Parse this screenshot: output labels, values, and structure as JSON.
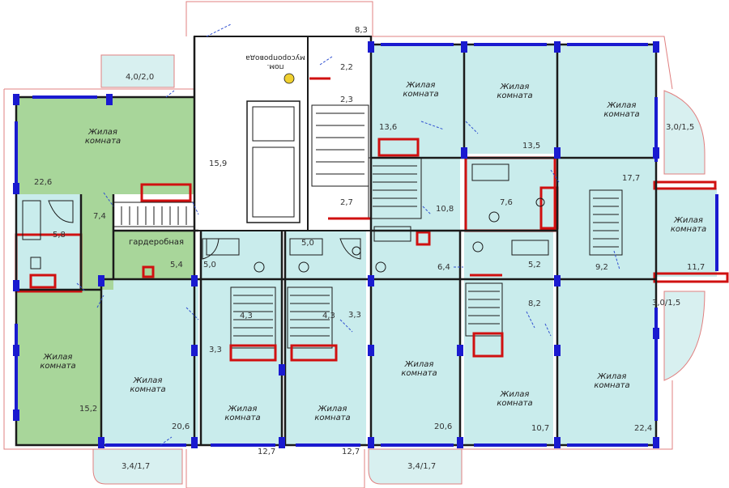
{
  "colors": {
    "living": "#c9ecec",
    "green": "#a8d69a",
    "bath": "#c9ecec",
    "wall": "#1a1a1a",
    "window": "#1a1ad0",
    "fire": "#d01010",
    "outline": "#e08080",
    "balcony": "#d8f0f0",
    "stair_core": "#ffffff"
  },
  "rooms": {
    "zhk": "Жилая комната",
    "wardrobe": "гардеробная",
    "tech": "пом. мусоропровода"
  },
  "areas": {
    "a_4_0_2_0": "4,0/2,0",
    "a_8_3": "8,3",
    "a_2_2": "2,2",
    "a_2_3": "2,3",
    "a_13_6": "13,6",
    "a_13_5": "13,5",
    "a_3_0_1_5_top": "3,0/1,5",
    "a_17_7": "17,7",
    "a_22_6": "22,6",
    "a_15_9": "15,9",
    "a_7_6": "7,6",
    "a_2_7": "2,7",
    "a_10_8": "10,8",
    "a_7_4": "7,4",
    "a_5_8": "5,8",
    "a_11_7": "11,7",
    "a_5_0_left": "5,0",
    "a_5_0_right": "5,0",
    "a_5_4": "5,4",
    "a_6_4": "6,4",
    "a_5_2": "5,2",
    "a_9_2": "9,2",
    "a_4_3_left": "4,3",
    "a_4_3_right": "4,3",
    "a_3_3_right": "3,3",
    "a_8_2": "8,2",
    "a_3_0_1_5_bottom": "3,0/1,5",
    "a_3_3_left": "3,3",
    "a_15_2": "15,2",
    "a_20_6_left": "20,6",
    "a_20_6_right": "20,6",
    "a_12_7_left": "12,7",
    "a_12_7_right": "12,7",
    "a_10_7": "10,7",
    "a_22_4": "22,4",
    "a_3_4_1_7_left": "3,4/1,7",
    "a_3_4_1_7_right": "3,4/1,7"
  }
}
